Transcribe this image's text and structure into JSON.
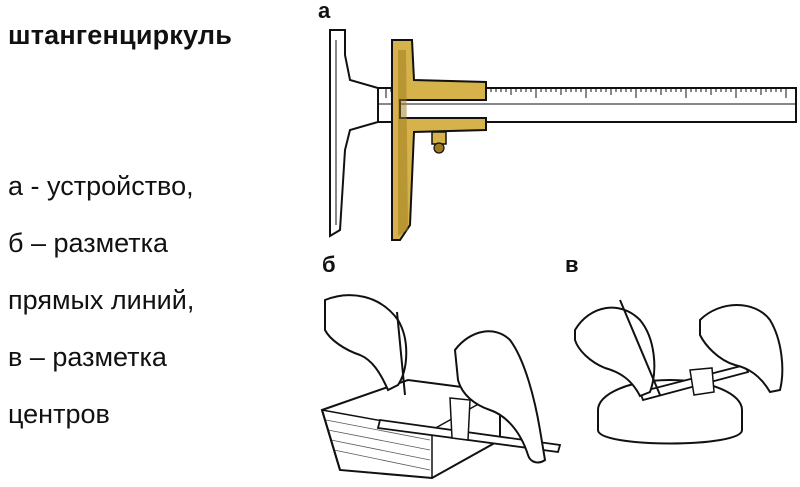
{
  "title": "штангенциркуль",
  "captions": [
    "а - устройство,",
    "б – разметка",
    "прямых линий,",
    "в – разметка",
    "центров"
  ],
  "figure_labels": {
    "a": "а",
    "b": "б",
    "c": "в"
  },
  "colors": {
    "brass": "#d6b24a",
    "brass_dark": "#9c7a1e",
    "ink": "#111111"
  }
}
